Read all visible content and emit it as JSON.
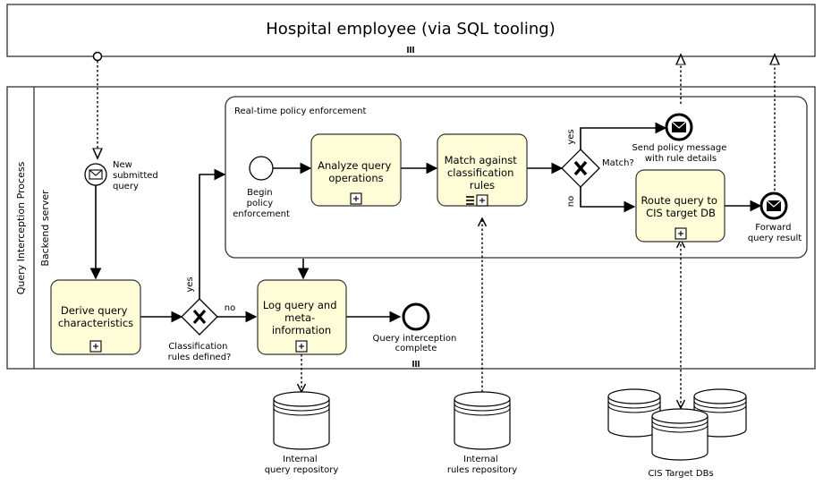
{
  "pool_top": {
    "title": "Hospital employee (via SQL tooling)"
  },
  "pool_main": {
    "label": "Query Interception Process",
    "lane_label": "Backend server"
  },
  "subprocess": {
    "label": "Real-time policy enforcement"
  },
  "events": {
    "new_query": [
      "New",
      "submitted",
      "query"
    ],
    "begin": [
      "Begin",
      "policy",
      "enforcement"
    ],
    "send_msg": [
      "Send policy message",
      "with rule details"
    ],
    "forward": [
      "Forward",
      "query result"
    ],
    "complete": [
      "Query interception",
      "complete"
    ]
  },
  "tasks": {
    "derive": [
      "Derive query",
      "characteristics"
    ],
    "analyze": [
      "Analyze query",
      "operations"
    ],
    "match": [
      "Match against",
      "classification",
      "rules"
    ],
    "route": [
      "Route query to",
      "CIS target DB"
    ],
    "log": [
      "Log query and",
      "meta-",
      "information"
    ]
  },
  "gateways": {
    "classification": [
      "Classification",
      "rules defined?"
    ],
    "match": "Match?"
  },
  "flow_labels": {
    "yes": "yes",
    "no": "no"
  },
  "datastores": {
    "query_repo": [
      "Internal",
      "query repository"
    ],
    "rules_repo": [
      "Internal",
      "rules repository"
    ],
    "cis": "CIS Target DBs"
  },
  "colors": {
    "task_fill": "#fefdd8",
    "task_stroke": "#333333",
    "line": "#000000"
  }
}
